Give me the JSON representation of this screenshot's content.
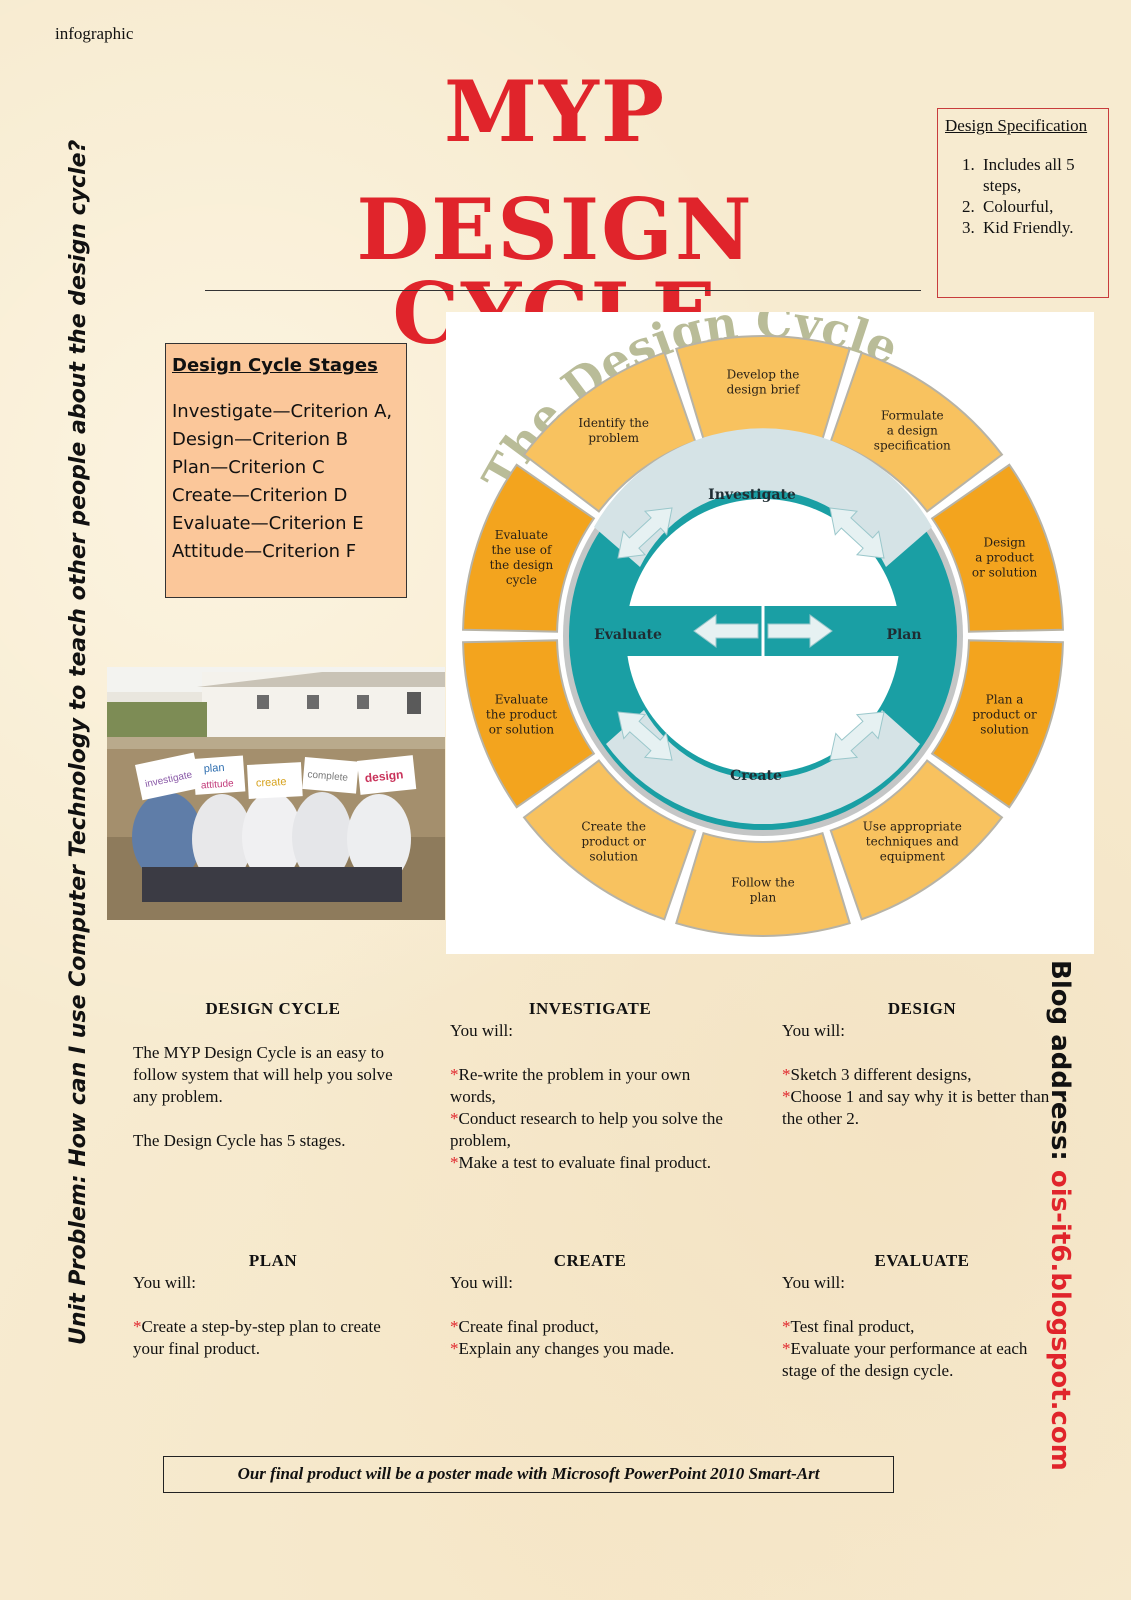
{
  "corner_label": "infographic",
  "title": {
    "line1": "MYP",
    "line2": "DESIGN CYCLE"
  },
  "spec_box": {
    "heading": "Design Specification",
    "items": [
      "Includes all 5 steps,",
      "Colourful,",
      "Kid Friendly."
    ]
  },
  "stages_box": {
    "heading": "Design Cycle Stages",
    "items": [
      "Investigate—Criterion A,",
      "Design—Criterion B",
      "Plan—Criterion C",
      "Create—Criterion D",
      "Evaluate—Criterion E",
      "Attitude—Criterion F"
    ]
  },
  "photo": {
    "signs": [
      "investigate",
      "plan",
      "create",
      "complete",
      "design"
    ],
    "attitude": "attitude"
  },
  "diagram": {
    "arc_title": "The Design Cycle",
    "inner_labels": {
      "top": "Investigate",
      "right": "Plan",
      "bottom": "Create",
      "left": "Evaluate"
    },
    "segments": [
      [
        "Develop the",
        "design brief"
      ],
      [
        "Formulate",
        "a design",
        "specification"
      ],
      [
        "Design",
        "a product",
        "or solution"
      ],
      [
        "Plan a",
        "product or",
        "solution"
      ],
      [
        "Use appropriate",
        "techniques and",
        "equipment"
      ],
      [
        "Follow the",
        "plan"
      ],
      [
        "Create the",
        "product or",
        "solution"
      ],
      [
        "Evaluate",
        "the product",
        "or solution"
      ],
      [
        "Evaluate",
        "the use of",
        "the design",
        "cycle"
      ],
      [
        "Identify the",
        "problem"
      ]
    ],
    "colors": {
      "orange": "#f3a41e",
      "pale_orange": "#f8c25f",
      "teal": "#1a9fa4",
      "light_teal": "#d5e3e6",
      "arc_text": "#b9bc98"
    }
  },
  "left_vertical": "Unit Problem:  How can I use Computer Technology to teach other people about the design cycle?",
  "right_vertical": {
    "label": "Blog address:  ",
    "url": "ois-it6.blogspot.com"
  },
  "sections": {
    "design_cycle": {
      "heading": "DESIGN CYCLE",
      "p1": "The MYP Design Cycle is an easy to follow system that will help you solve any problem.",
      "p2": "The Design Cycle has 5 stages."
    },
    "investigate": {
      "heading": "INVESTIGATE",
      "intro": "You will:",
      "items": [
        "Re-write the problem in your own words,",
        "Conduct  research to help you solve the problem,",
        "Make  a  test  to evaluate final product."
      ]
    },
    "design": {
      "heading": "DESIGN",
      "intro": "You will:",
      "items": [
        "Sketch 3 different designs,",
        "Choose 1 and say why it is better than the other 2."
      ]
    },
    "plan": {
      "heading": "PLAN",
      "intro": "You will:",
      "items": [
        "Create a step-by-step plan to create your final product."
      ]
    },
    "create": {
      "heading": "CREATE",
      "intro": "You will:",
      "items": [
        "Create final product,",
        "Explain any changes you made."
      ]
    },
    "evaluate": {
      "heading": "EVALUATE",
      "intro": "You will:",
      "items": [
        "Test final product,",
        "Evaluate your performance at each stage of the design cycle."
      ]
    }
  },
  "footer": "Our final product will be a  poster made with Microsoft PowerPoint 2010 Smart-Art"
}
